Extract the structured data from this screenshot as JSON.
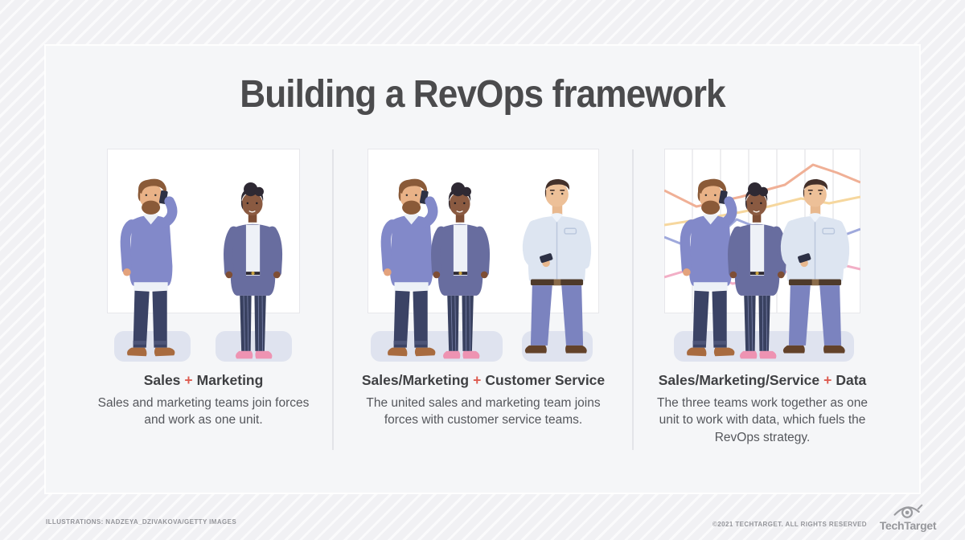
{
  "page": {
    "title": "Building a RevOps framework"
  },
  "panels": [
    {
      "heading_before": "Sales",
      "plus": "+",
      "heading_after": "Marketing",
      "description": "Sales and marketing teams join forces and work as one unit."
    },
    {
      "heading_before": "Sales/Marketing",
      "plus": "+",
      "heading_after": "Customer Service",
      "description": "The united sales and marketing team joins forces with customer service teams."
    },
    {
      "heading_before": "Sales/Marketing/Service",
      "plus": "+",
      "heading_after": "Data",
      "description": "The three teams work together as one unit to work with data, which fuels the RevOps strategy."
    }
  ],
  "footer": {
    "credit": "ILLUSTRATIONS: NADZEYA_DZIVAKOVA/GETTY IMAGES",
    "copyright": "©2021 TECHTARGET. ALL RIGHTS RESERVED",
    "brand": "TechTarget"
  },
  "icons": {
    "man": "man-on-phone-illustration",
    "woman": "woman-illustration",
    "bigman": "businessman-with-phone-illustration",
    "chart": "line-chart-background",
    "logo_eye": "techtarget-eye-icon"
  },
  "colors": {
    "accent_plus": "#dd5a4f",
    "card_bg": "#f5f6f8",
    "platform": "#dfe3ef",
    "title_text": "#4b4b4d",
    "body_text": "#55575c"
  }
}
